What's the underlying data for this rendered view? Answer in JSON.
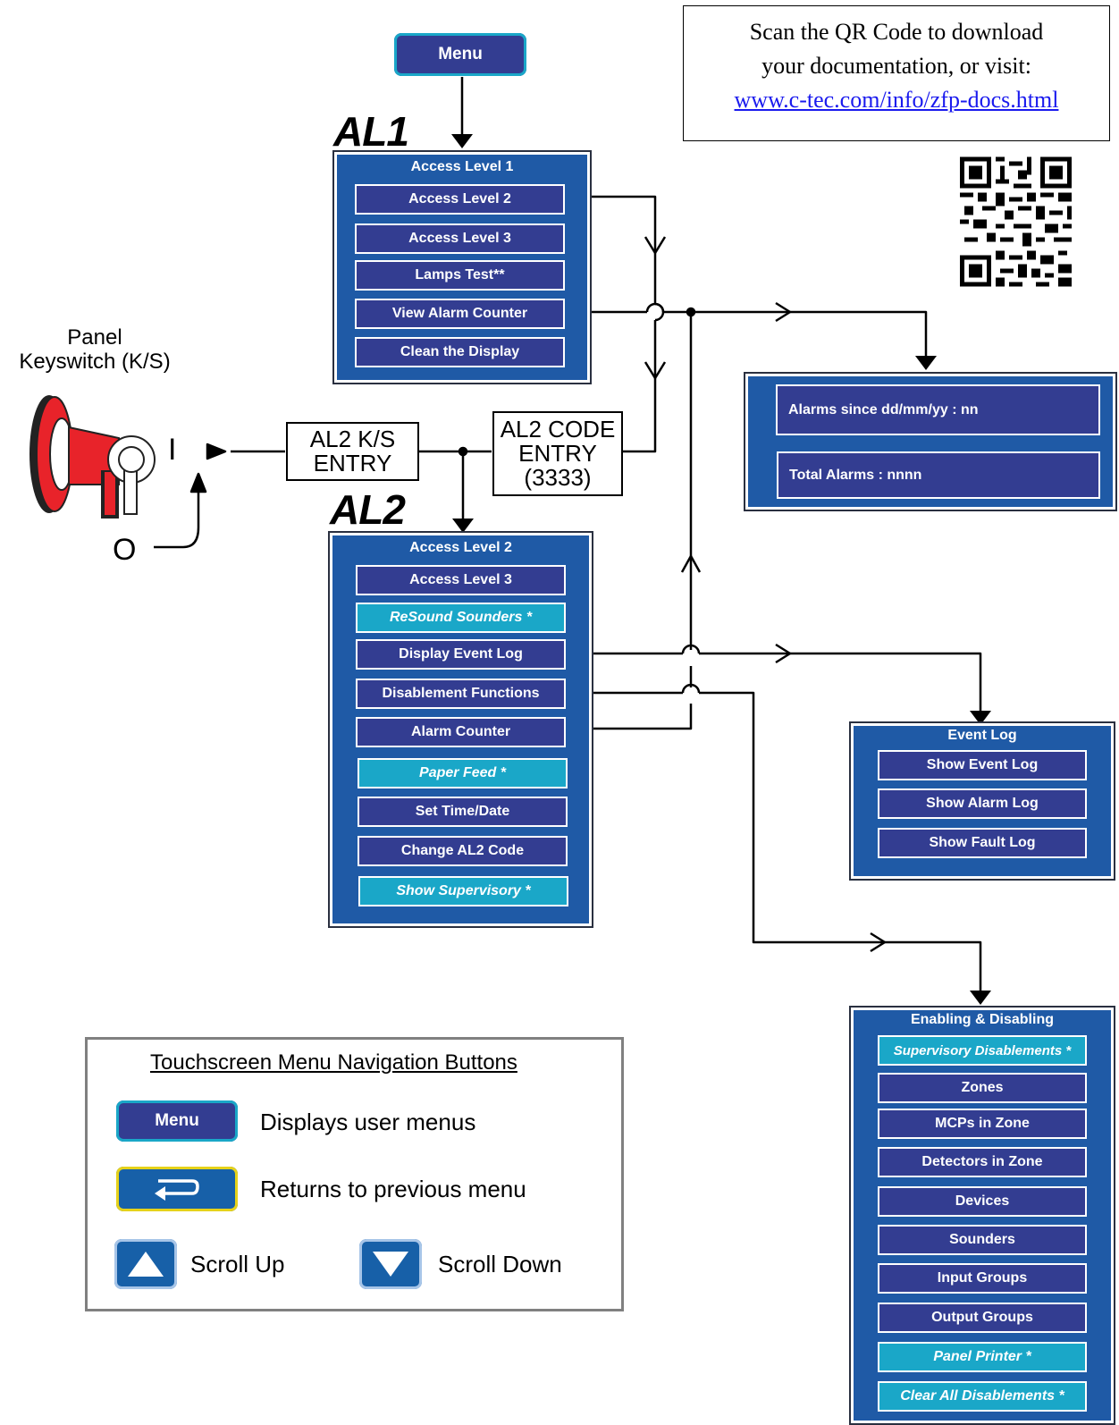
{
  "menu_button": {
    "label": "Menu"
  },
  "qr_notice": {
    "line1": "Scan the QR Code to download",
    "line2": "your documentation, or visit:",
    "url": "www.c-tec.com/info/zfp-docs.html"
  },
  "al1": {
    "tag": "AL1",
    "title": "Access Level 1",
    "items": [
      "Access Level 2",
      "Access Level 3",
      "Lamps Test**",
      "View Alarm Counter",
      "Clean the Display"
    ]
  },
  "keyswitch": {
    "label_line1": "Panel",
    "label_line2": "Keyswitch (K/S)",
    "position_on": "I",
    "position_off": "O"
  },
  "al2_ks_entry": {
    "line1": "AL2 K/S",
    "line2": "ENTRY"
  },
  "al2_code_entry": {
    "line1": "AL2 CODE",
    "line2": "ENTRY",
    "line3": "(3333)"
  },
  "alarm_counter_panel": {
    "field1": "Alarms since dd/mm/yy : nn",
    "field2": "Total Alarms : nnnn"
  },
  "al2": {
    "tag": "AL2",
    "title": "Access Level 2",
    "items": [
      {
        "label": "Access Level 3",
        "optional": false
      },
      {
        "label": "ReSound Sounders *",
        "optional": true
      },
      {
        "label": "Display Event Log",
        "optional": false
      },
      {
        "label": "Disablement Functions",
        "optional": false
      },
      {
        "label": "Alarm Counter",
        "optional": false
      },
      {
        "label": "Paper Feed *",
        "optional": true
      },
      {
        "label": "Set Time/Date",
        "optional": false
      },
      {
        "label": "Change AL2 Code",
        "optional": false
      },
      {
        "label": "Show Supervisory *",
        "optional": true
      }
    ]
  },
  "event_log": {
    "title": "Event Log",
    "items": [
      "Show Event Log",
      "Show Alarm Log",
      "Show Fault Log"
    ]
  },
  "enabling": {
    "title": "Enabling & Disabling",
    "items": [
      {
        "label": "Supervisory Disablements *",
        "optional": true
      },
      {
        "label": "Zones",
        "optional": false
      },
      {
        "label": "MCPs in Zone",
        "optional": false
      },
      {
        "label": "Detectors in Zone",
        "optional": false
      },
      {
        "label": "Devices",
        "optional": false
      },
      {
        "label": "Sounders",
        "optional": false
      },
      {
        "label": "Input Groups",
        "optional": false
      },
      {
        "label": "Output Groups",
        "optional": false
      },
      {
        "label": "Panel Printer *",
        "optional": true
      },
      {
        "label": "Clear All Disablements *",
        "optional": true
      }
    ]
  },
  "legend": {
    "title": "Touchscreen Menu Navigation Buttons",
    "menu_label": "Menu",
    "menu_desc": "Displays user menus",
    "back_desc": "Returns to previous menu",
    "scroll_up": "Scroll Up",
    "scroll_down": "Scroll Down"
  },
  "colors": {
    "panel_blue": "#1f5aa6",
    "button_navy": "#333d91",
    "optional_cyan": "#1aa7c8",
    "keyswitch_red": "#e8232a"
  }
}
